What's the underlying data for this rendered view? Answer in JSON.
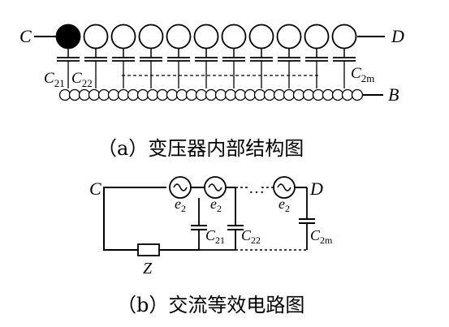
{
  "diagram_a": {
    "node_c": "C",
    "node_d": "D",
    "node_b": "B",
    "cap_c21": {
      "main": "C",
      "sub": "21"
    },
    "cap_c22": {
      "main": "C",
      "sub": "22"
    },
    "cap_c2m": {
      "main": "C",
      "sub": "2m"
    },
    "caption": "（a）变压器内部结构图"
  },
  "diagram_b": {
    "node_c": "C",
    "node_d": "D",
    "source_label": {
      "main": "e",
      "sub": "2"
    },
    "ellipsis": "…",
    "cap_c21": {
      "main": "C",
      "sub": "21"
    },
    "cap_c22": {
      "main": "C",
      "sub": "22"
    },
    "cap_c2m": {
      "main": "C",
      "sub": "2m"
    },
    "impedance": "Z",
    "caption": "（b）交流等效电路图"
  }
}
